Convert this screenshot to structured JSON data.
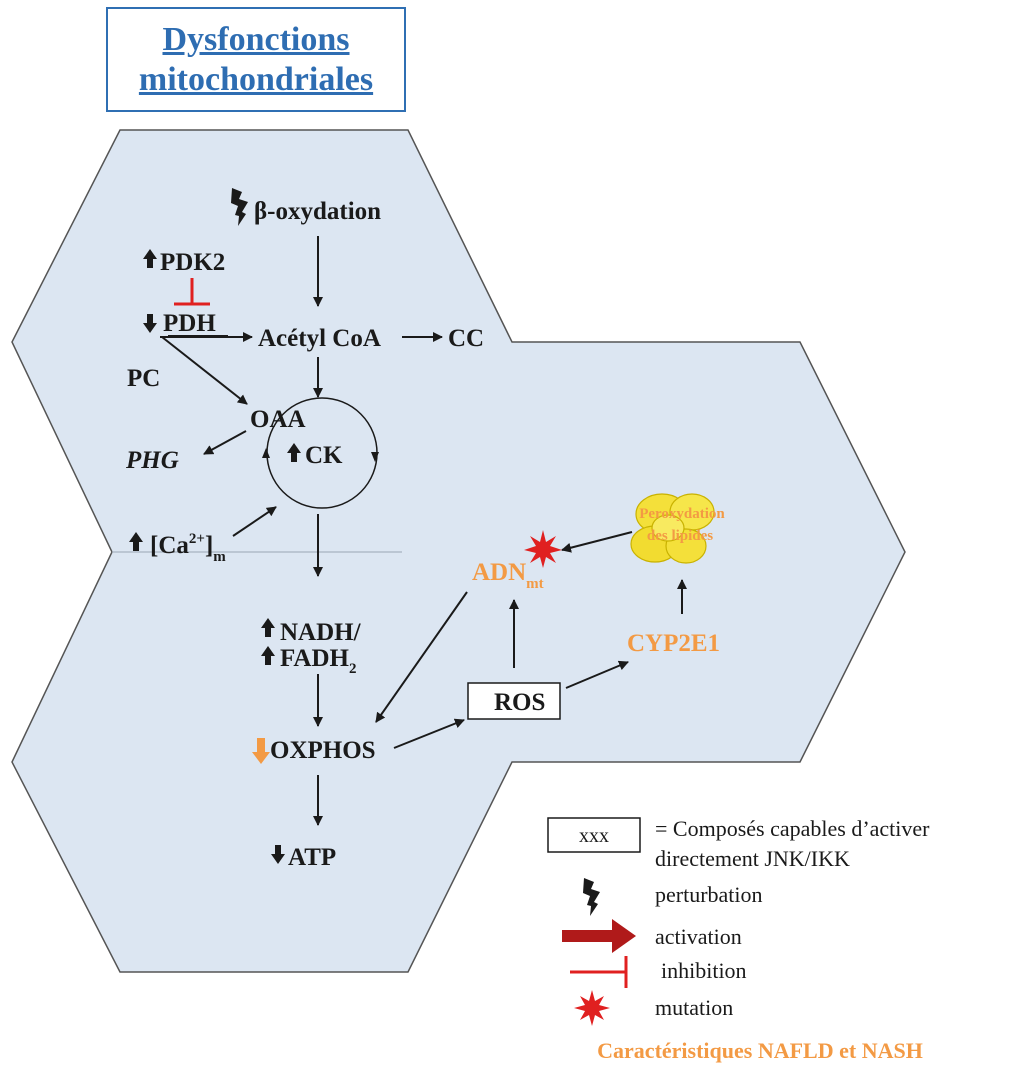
{
  "title": {
    "line1": "Dysfonctions",
    "line2": "mitochondriales"
  },
  "nodes": {
    "beta_oxydation": "β-oxydation",
    "pdk2": "PDK2",
    "pdh": "PDH",
    "acetyl_coa": "Acétyl CoA",
    "cc": "CC",
    "pc": "PC",
    "oaa": "OAA",
    "phg": "PHG",
    "ck": "CK",
    "ca_open": "[Ca",
    "ca_sup": "2+",
    "ca_close": "]",
    "ca_sub": "m",
    "nadh": "NADH/",
    "fadh": "FADH",
    "fadh_sub": "2",
    "oxphos": "OXPHOS",
    "atp": "ATP",
    "ros": "ROS",
    "adn": "ADN",
    "adn_sub": "mt",
    "cyp2e1": "CYP2E1",
    "perox_line1": "Peroxydation",
    "perox_line2": "des lipides"
  },
  "legend": {
    "box_label": "xxx",
    "box_desc_line1": "= Composés capables d’activer",
    "box_desc_line2": "directement JNK/IKK",
    "perturbation": "perturbation",
    "activation": "activation",
    "inhibition": "inhibition",
    "mutation": "mutation",
    "footer": "Caractéristiques NAFLD et NASH"
  },
  "colors": {
    "hex_fill": "#dce6f2",
    "hex_stroke": "#555555",
    "title_blue": "#2e6db2",
    "orange": "#f39a44",
    "red": "#e02020",
    "dark_red": "#b01a1a",
    "lipid_yellow": "#f4e03a",
    "text": "#1a1a1a"
  }
}
